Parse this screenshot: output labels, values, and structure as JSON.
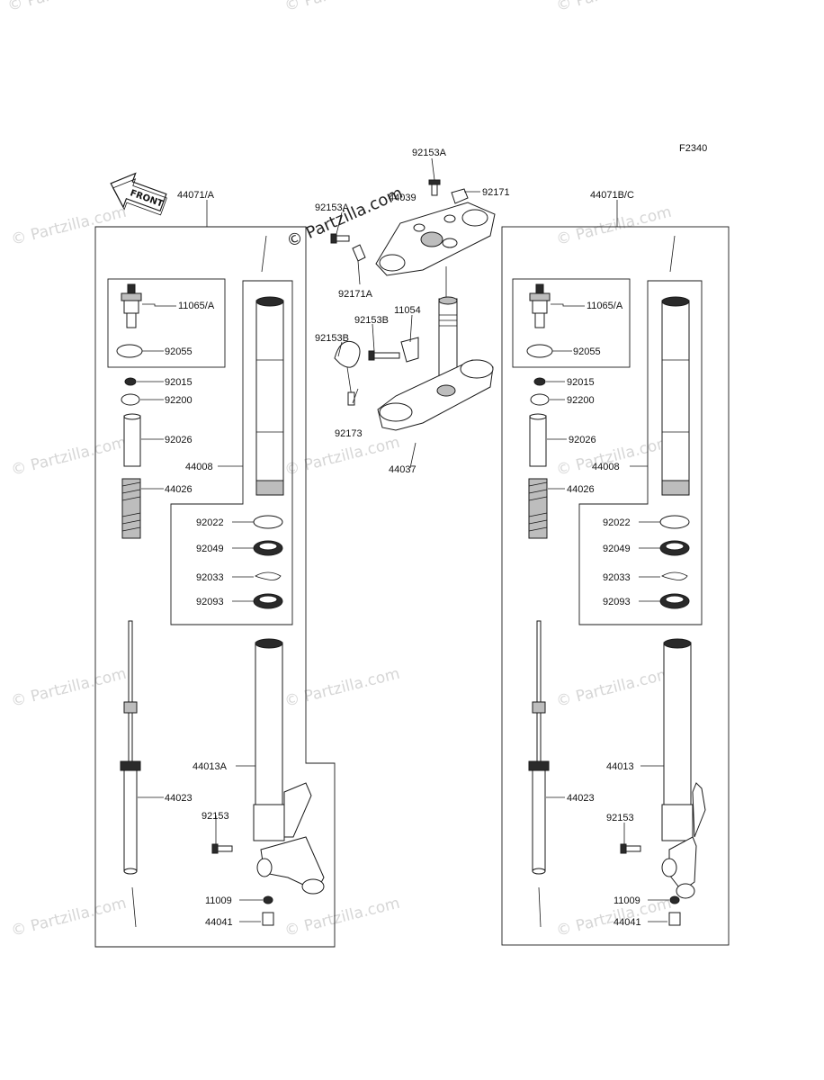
{
  "watermark": "© Partzilla.com",
  "figure_code": "F2340",
  "front_arrow_label": "FRONT",
  "labels": {
    "l92153A_top": "92153A",
    "l92171_top": "92171",
    "l92153A_left": "92153A",
    "l44039": "44039",
    "l92171A": "92171A",
    "l11054": "11054",
    "l92153B_a": "92153B",
    "l92153B_b": "92153B",
    "l92173": "92173",
    "l44037": "44037",
    "l44071A": "44071/A",
    "l44071BC": "44071B/C",
    "L11065": "11065/A",
    "L92055": "92055",
    "L92015": "92015",
    "L92200": "92200",
    "L92026": "92026",
    "L44008": "44008",
    "L44026": "44026",
    "L92022": "92022",
    "L92049": "92049",
    "L92033": "92033",
    "L92093": "92093",
    "L44013": "44013A",
    "L44023": "44023",
    "L92153": "92153",
    "L11009": "11009",
    "L44041": "44041",
    "R11065": "11065/A",
    "R92055": "92055",
    "R92015": "92015",
    "R92200": "92200",
    "R92026": "92026",
    "R44008": "44008",
    "R44026": "44026",
    "R92022": "92022",
    "R92049": "92049",
    "R92033": "92033",
    "R92093": "92093",
    "R44013": "44013",
    "R44023": "44023",
    "R92153": "92153",
    "R11009": "11009",
    "R44041": "44041"
  }
}
